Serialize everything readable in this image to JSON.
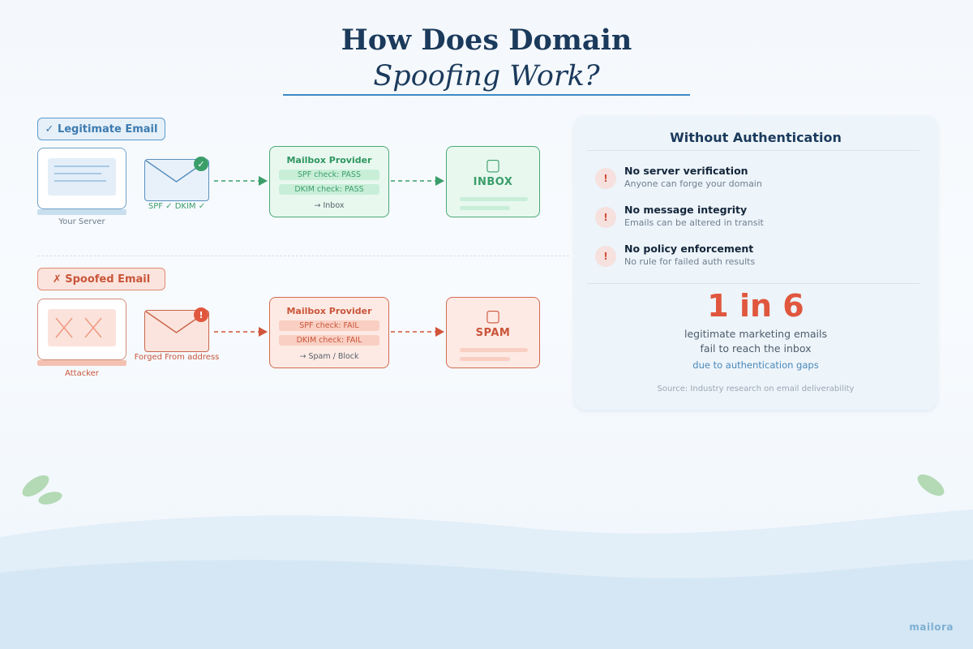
{
  "title": {
    "line1": "How Does Domain",
    "line2": "Spoofing Work?"
  },
  "legit": {
    "label": "✓ Legitimate Email",
    "source": "Your Server",
    "envelope_caption": "SPF ✓ DKIM ✓",
    "provider": {
      "title": "Mailbox Provider",
      "spf": "SPF check: PASS",
      "dkim": "DKIM check: PASS",
      "result": "→ Inbox"
    },
    "destination": {
      "icon": "inbox-icon",
      "label": "INBOX"
    },
    "color": "#3b9e6a"
  },
  "spoofed": {
    "label": "✗ Spoofed Email",
    "source": "Attacker",
    "envelope_caption": "Forged From address",
    "provider": {
      "title": "Mailbox Provider",
      "spf": "SPF check: FAIL",
      "dkim": "DKIM check: FAIL",
      "result": "→ Spam / Block"
    },
    "destination": {
      "icon": "spam-icon",
      "label": "SPAM"
    },
    "color": "#d0553b"
  },
  "panel": {
    "title": "Without Authentication",
    "items": [
      {
        "heading": "No server verification",
        "text": "Anyone can forge your domain"
      },
      {
        "heading": "No message integrity",
        "text": "Emails can be altered in transit"
      },
      {
        "heading": "No policy enforcement",
        "text": "No rule for failed auth results"
      }
    ],
    "stat": "1 in 6",
    "stat_line1": "legitimate marketing emails",
    "stat_line2": "fail to reach the inbox",
    "stat_note": "due to authentication gaps",
    "source": "Source: Industry research on email deliverability"
  },
  "brand": "mailora"
}
